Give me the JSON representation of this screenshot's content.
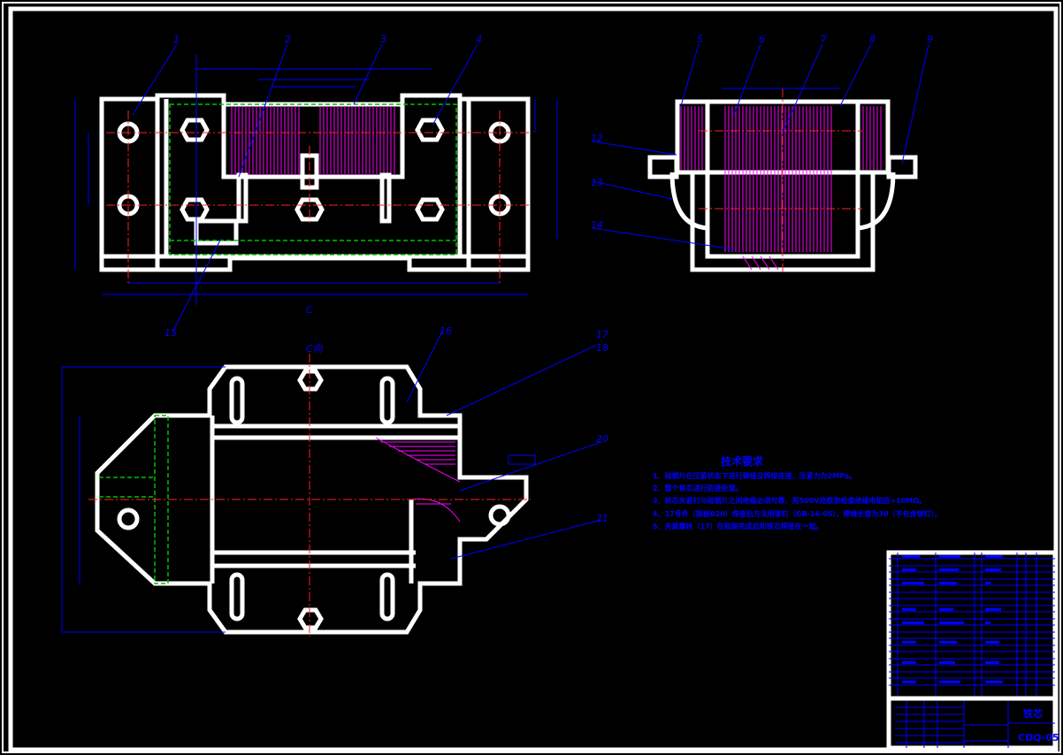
{
  "drawing": {
    "part_labels": [
      "1",
      "2",
      "3",
      "4",
      "5",
      "6",
      "7",
      "8",
      "9",
      "12",
      "13",
      "14",
      "15",
      "16",
      "17",
      "18",
      "20",
      "21"
    ],
    "view_labels": {
      "view_c": "C向",
      "arrow_c": "C"
    },
    "tech_requirements": {
      "title": "技术要求",
      "items": [
        "1、硅钢片在压紧状态下进行铆接及焊接连接，压紧力为2MPa。",
        "2、整个铁芯进行防锈处理。",
        "3、铁芯夹紧钉与硅钢片之间绝缘必须可靠，用500V兆欧表检查绝缘电阻应>10MΩ。",
        "4、17号件（铜板B20）焊接后方法用铆钉（GB-16-05），焊缝长度为30（不包含铆钉）。",
        "5、夹紧螺栓（17）在组装完成后和铁芯焊接在一起。"
      ]
    },
    "title_block": {
      "name": "铁芯",
      "drawing_no": "CDQ-05"
    },
    "colors": {
      "outline": "#ffffff",
      "annotation": "#0000ff",
      "centerline": "#ff2020",
      "hatch": "#ff00ff",
      "hidden": "#00c000"
    }
  }
}
